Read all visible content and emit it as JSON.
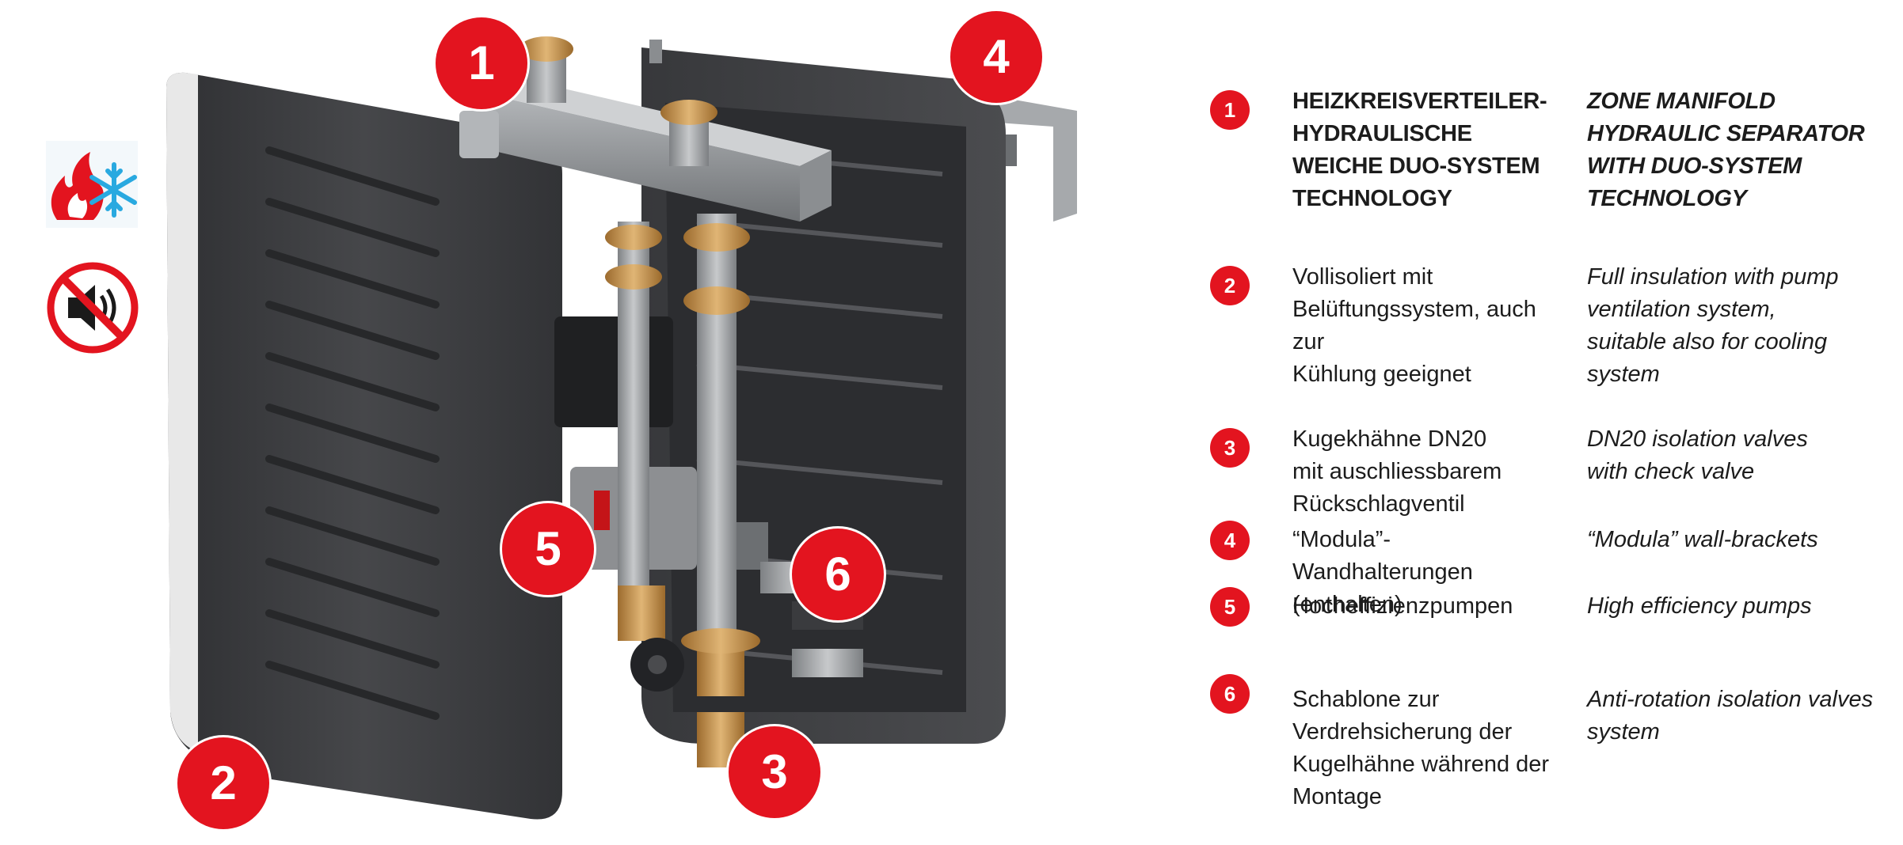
{
  "colors": {
    "accent": "#e3141f",
    "housing": "#3e3e40",
    "brass": "#c99550",
    "steel": "#9a9c9e"
  },
  "icons": {
    "heat_cool": "flame-snowflake-icon",
    "silent": "muted-speaker-icon"
  },
  "markers": [
    "1",
    "2",
    "3",
    "4",
    "5",
    "6"
  ],
  "specs": [
    {
      "num": "1",
      "de": "HEIZKREISVERTEILER-\nHYDRAULISCHE\nWEICHE DUO-SYSTEM\nTECHNOLOGY",
      "en": "ZONE MANIFOLD\nHYDRAULIC SEPARATOR\nWITH DUO-SYSTEM\nTECHNOLOGY"
    },
    {
      "num": "2",
      "de": "Vollisoliert mit\nBelüftungssystem, auch zur\nKühlung geeignet",
      "en": "Full insulation with pump\nventilation system,\nsuitable also for cooling\nsystem"
    },
    {
      "num": "3",
      "de": "Kugekhähne DN20\nmit auschliessbarem\nRückschlagventil",
      "en": "DN20 isolation valves\nwith check valve"
    },
    {
      "num": "4",
      "de": "“Modula”-Wandhalterungen\n(enthalten)",
      "en": "“Modula” wall-brackets"
    },
    {
      "num": "5",
      "de": "Hocheffizienzpumpen",
      "en": " High efficiency pumps"
    },
    {
      "num": "6",
      "de": "Schablone zur\nVerdrehsicherung der\nKugelhähne während der\nMontage",
      "en": "Anti-rotation isolation valves\nsystem"
    }
  ]
}
